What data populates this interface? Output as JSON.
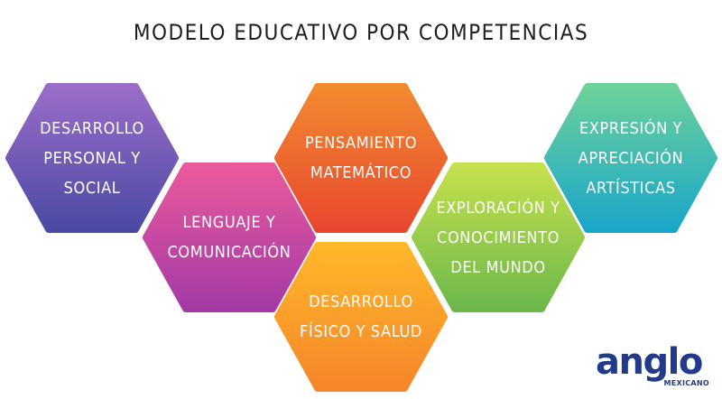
{
  "title": "MODELO EDUCATIVO POR COMPETENCIAS",
  "hexagons": [
    {
      "label": "DESARROLLO\nPERSONAL Y SOCIAL",
      "color_top": "#9a6cc9",
      "color_bottom": "#4b4aa3"
    },
    {
      "label": "LENGUAJE Y\nCOMUNICACIÓN",
      "color_top": "#e9599c",
      "color_bottom": "#a43aa6"
    },
    {
      "label": "PENSAMIENTO\nMATEMÁTICO",
      "color_top": "#f28a2f",
      "color_bottom": "#e8482f"
    },
    {
      "label": "DESARROLLO\nFÍSICO Y SALUD",
      "color_top": "#ffb72a",
      "color_bottom": "#f5862a"
    },
    {
      "label": "EXPLORACIÓN Y\nCONOCIMIENTO\nDEL MUNDO",
      "color_top": "#c5e04d",
      "color_bottom": "#6db84b"
    },
    {
      "label": "EXPRESIÓN Y\nAPRECIACIÓN\nARTÍSTICAS",
      "color_top": "#6cd19b",
      "color_bottom": "#1aa6c9"
    }
  ],
  "logo": {
    "main": "anglo",
    "sub": "MEXICANO",
    "color": "#233a8b"
  }
}
